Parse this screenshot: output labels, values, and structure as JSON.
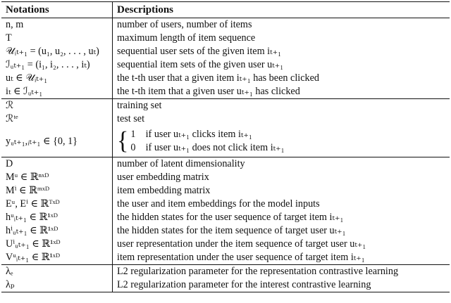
{
  "table": {
    "headers": {
      "notation": "Notations",
      "description": "Descriptions"
    },
    "groups": [
      {
        "rows": [
          {
            "notation": "n, m",
            "description": "number of users, number of items"
          },
          {
            "notation": "T",
            "description": "maximum length of item sequence"
          },
          {
            "notation": "𝒰ᵢₜ₊₁ = (u₁, u₂, . . . , uₜ)",
            "description": "sequential user sets of the given item iₜ₊₁"
          },
          {
            "notation": "ℐᵤₜ₊₁ = (i₁, i₂, . . . , iₜ)",
            "description": "sequential item sets of the given user uₜ₊₁"
          },
          {
            "notation": "uₜ ∈ 𝒰ᵢₜ₊₁",
            "description": "the t-th user that a given item iₜ₊₁ has been clicked"
          },
          {
            "notation": "iₜ ∈ ℐᵤₜ₊₁",
            "description": "the t-th item that a given user uₜ₊₁ has clicked"
          }
        ]
      },
      {
        "rows": [
          {
            "notation": "ℛ",
            "description": "training set"
          },
          {
            "notation": "ℛᵗᵉ",
            "description": "test set"
          }
        ],
        "piecewise": {
          "notation": "yᵤₜ₊₁,ᵢₜ₊₁ ∈ {0, 1}",
          "cases": [
            {
              "value": "1",
              "condition": "if user uₜ₊₁ clicks item iₜ₊₁"
            },
            {
              "value": "0",
              "condition": "if user uₜ₊₁ does not click item iₜ₊₁"
            }
          ]
        }
      },
      {
        "rows": [
          {
            "notation": "D",
            "description": "number of latent dimensionality"
          },
          {
            "notation": "Mᵘ ∈ ℝⁿˣᴰ",
            "description": "user embedding matrix"
          },
          {
            "notation": "Mⁱ ∈ ℝᵐˣᴰ",
            "description": "item embedding matrix"
          },
          {
            "notation": "Eᵘ, Eⁱ ∈ ℝᵀˣᴰ",
            "description": "the user and item embeddings for the model inputs"
          },
          {
            "notation": "hᵘᵢₜ₊₁ ∈ ℝ¹ˣᴰ",
            "description": "the hidden states for the user sequence of target item iₜ₊₁"
          },
          {
            "notation": "hⁱᵤₜ₊₁ ∈ ℝ¹ˣᴰ",
            "description": "the hidden states for the item sequence of target user uₜ₊₁"
          },
          {
            "notation": "Uⁱᵤₜ₊₁ ∈ ℝ¹ˣᴰ",
            "description": "user representation under the item sequence of target user uₜ₊₁"
          },
          {
            "notation": "Vᵘᵢₜ₊₁ ∈ ℝ¹ˣᴰ",
            "description": "item representation under the user sequence of target item iₜ₊₁"
          }
        ]
      },
      {
        "rows": [
          {
            "notation": "λₑ",
            "description": "L2 regularization parameter for the representation contrastive learning"
          },
          {
            "notation": "λₚ",
            "description": "L2 regularization parameter for the interest contrastive learning"
          }
        ]
      }
    ]
  }
}
